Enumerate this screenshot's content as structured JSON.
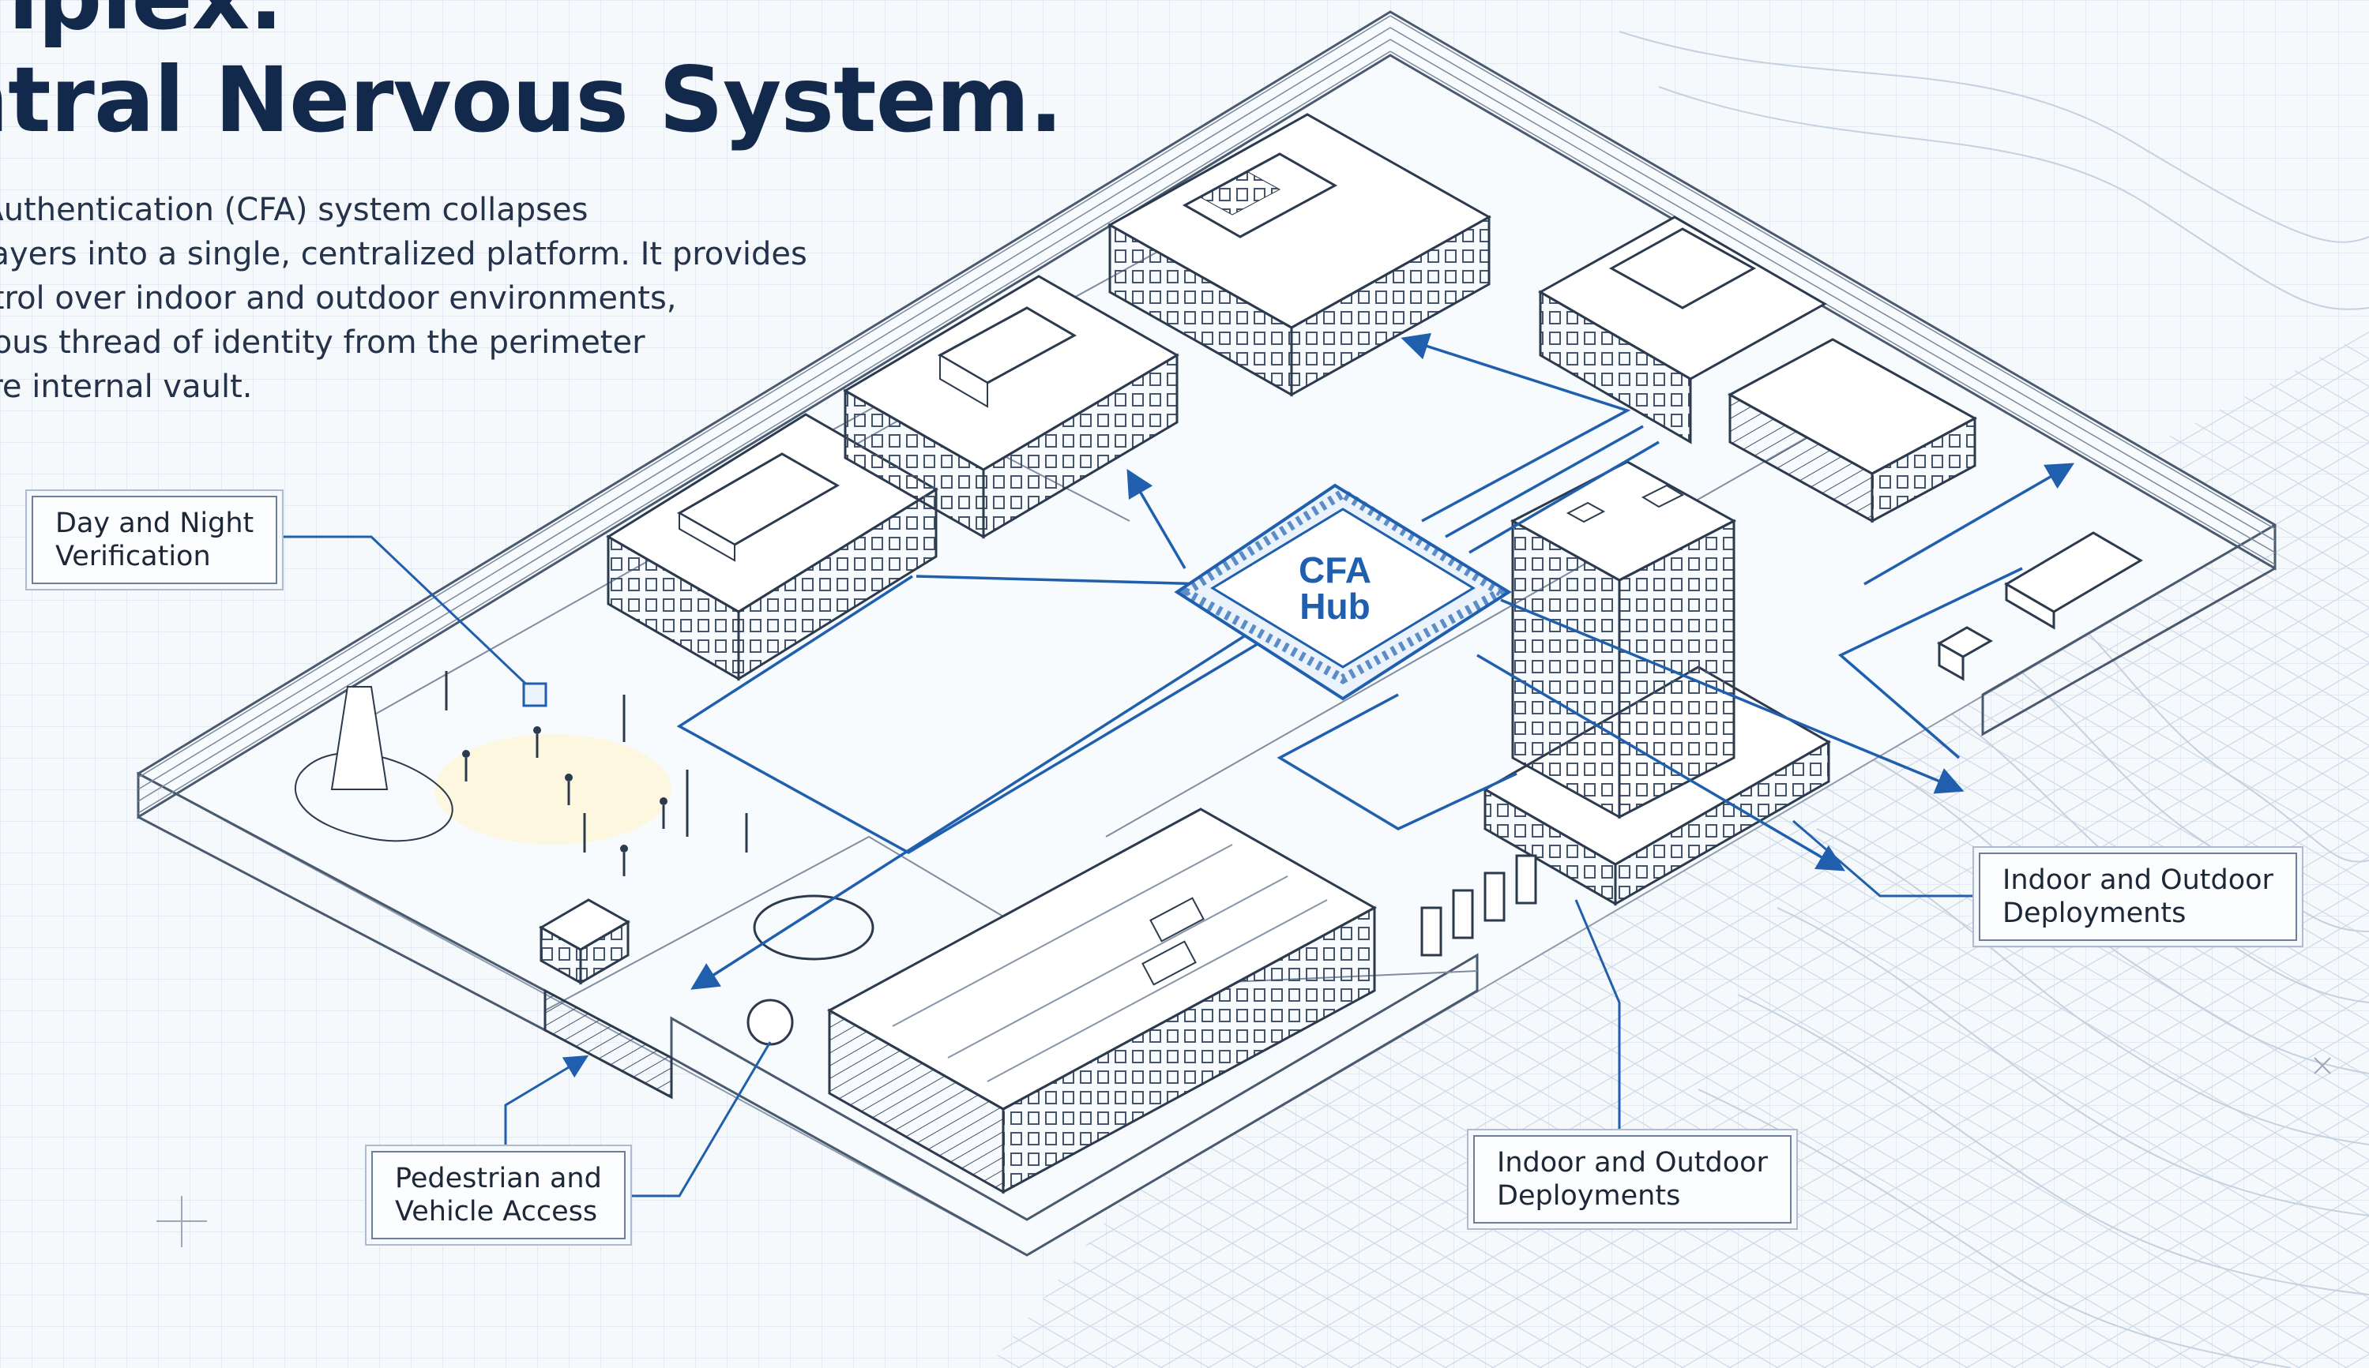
{
  "heading": {
    "line1": "mplex.",
    "line2": "ntral Nervous System."
  },
  "intro": {
    "lines": [
      "e Authentication (CFA) system collapses",
      "y layers into a single, centralized platform. It provides",
      "ontrol over indoor and outdoor environments,",
      "nuous thread of identity from the perimeter",
      "cure internal vault."
    ]
  },
  "hub": {
    "line1": "CFA",
    "line2": "Hub"
  },
  "callouts": {
    "day_night": {
      "line1": "Day and Night",
      "line2": "Verification"
    },
    "indoor_outdoor_right": {
      "line1": "Indoor and Outdoor",
      "line2": "Deployments"
    },
    "indoor_outdoor_bottom": {
      "line1": "Indoor and Outdoor",
      "line2": "Deployments"
    },
    "pedestrian_vehicle": {
      "line1": "Pedestrian and",
      "line2": "Vehicle Access"
    }
  },
  "colors": {
    "ink": "#2b3a4d",
    "accent": "#1f5fae",
    "grid": "#cdd9e6",
    "heading": "#13294b"
  }
}
